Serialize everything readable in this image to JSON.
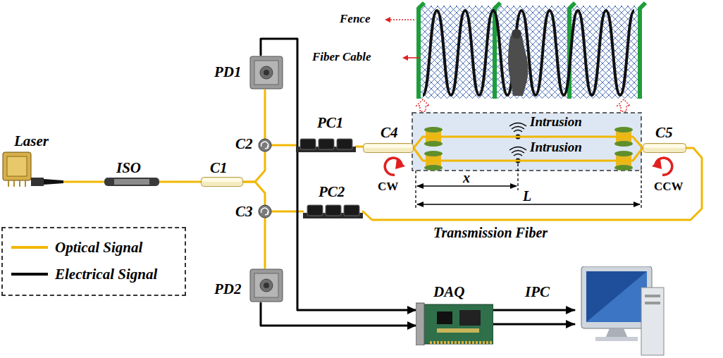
{
  "diagram": {
    "nodes": [
      {
        "text": [
          "Laser"
        ]
      },
      {
        "text": [
          "ISO"
        ]
      },
      {
        "text": [
          "C1"
        ]
      },
      {
        "text": [
          "C2"
        ]
      },
      {
        "text": [
          "C3"
        ]
      },
      {
        "text": [
          "PD1"
        ]
      },
      {
        "text": [
          "PD2"
        ]
      },
      {
        "text": [
          "PC1"
        ]
      },
      {
        "text": [
          "PC2"
        ]
      },
      {
        "text": [
          "C4"
        ]
      },
      {
        "text": [
          "C5"
        ]
      },
      {
        "text": [
          "DAQ"
        ]
      },
      {
        "text": [
          "IPC"
        ]
      }
    ],
    "edges": [
      {
        "from": 0,
        "to": 1,
        "arrow": "none"
      },
      {
        "from": 1,
        "to": 2,
        "arrow": "none"
      },
      {
        "from": 2,
        "to": 3,
        "arrow": "none"
      },
      {
        "from": 2,
        "to": 4,
        "arrow": "none"
      },
      {
        "from": 3,
        "to": 5,
        "arrow": "none"
      },
      {
        "from": 4,
        "to": 6,
        "arrow": "none"
      },
      {
        "from": 3,
        "to": 7,
        "arrow": "none"
      },
      {
        "from": 4,
        "to": 8,
        "arrow": "none"
      },
      {
        "from": 7,
        "to": 9,
        "arrow": "none"
      },
      {
        "from": 8,
        "to": 10,
        "arrow": "none",
        "label": "Transmission Fiber"
      },
      {
        "from": 9,
        "to": 10,
        "arrow": "none"
      },
      {
        "from": 9,
        "to": 10,
        "arrow": "none"
      },
      {
        "from": 5,
        "to": 11,
        "arrow": "to"
      },
      {
        "from": 6,
        "to": 11,
        "arrow": "to"
      },
      {
        "from": 11,
        "to": 12,
        "arrow": "to"
      },
      {
        "from": 11,
        "to": 12,
        "arrow": "to"
      }
    ],
    "labels": [
      "Fence",
      "Fiber Cable",
      "Intrusion",
      "Intrusion",
      "x",
      "L",
      "CW",
      "CCW"
    ],
    "legend": [
      {
        "text": "Optical Signal"
      },
      {
        "text": "Electrical Signal"
      }
    ]
  }
}
